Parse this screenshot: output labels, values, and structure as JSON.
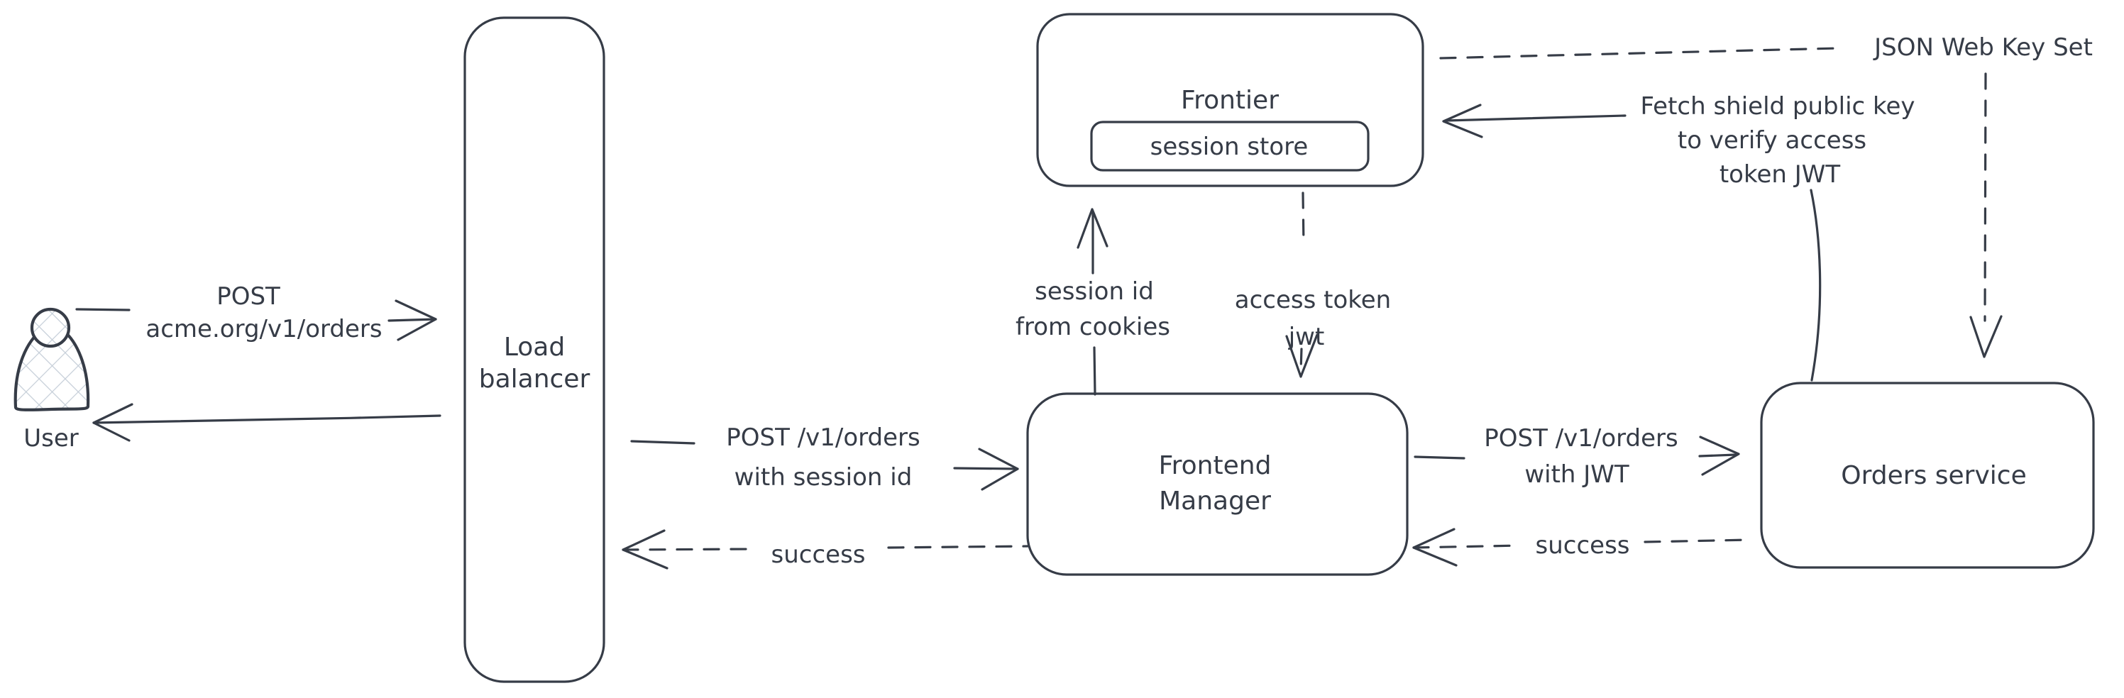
{
  "diagram": {
    "background": "#ffffff",
    "ink_color": "#363c47",
    "hatch_color": "#c5ced8",
    "nodes": {
      "user": {
        "label": "User"
      },
      "load_balancer": {
        "line1": "Load",
        "line2": "balancer"
      },
      "frontier": {
        "label": "Frontier",
        "session_store_label": "session store"
      },
      "frontend_manager": {
        "line1": "Frontend",
        "line2": "Manager"
      },
      "orders_service": {
        "label": "Orders service"
      }
    },
    "edges": {
      "user_to_lb": {
        "line1": "POST",
        "line2": "acme.org/v1/orders"
      },
      "lb_to_fm": {
        "line1": "POST /v1/orders",
        "line2": "with session id"
      },
      "fm_to_lb_success": {
        "label": "success"
      },
      "fm_to_frontier": {
        "line1": "session id",
        "line2": "from cookies"
      },
      "frontier_to_fm": {
        "line1": "access token",
        "line2": "jwt"
      },
      "fm_to_orders": {
        "line1": "POST /v1/orders",
        "line2": "with JWT"
      },
      "orders_to_fm_success": {
        "label": "success"
      },
      "orders_to_frontier": {
        "line1": "Fetch shield public key",
        "line2": "to verify access",
        "line3": "token JWT"
      },
      "jwks": {
        "label": "JSON Web Key Set"
      }
    }
  }
}
